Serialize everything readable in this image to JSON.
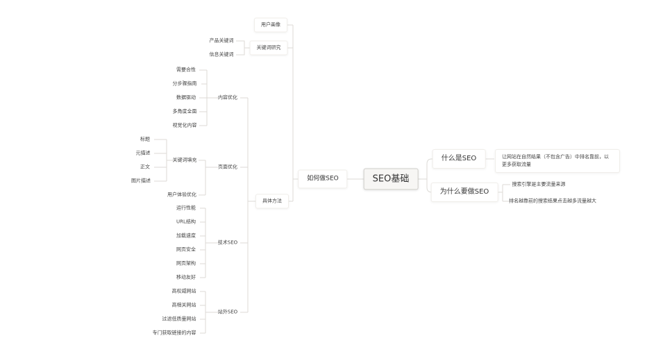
{
  "mindmap": {
    "root": "SEO基础",
    "right": {
      "what": {
        "label": "什么是SEO",
        "desc": "让网站在自然结果（不包含广告）中排名靠前，以更多获取流量"
      },
      "why": {
        "label": "为什么要做SEO",
        "reasons": [
          "搜索引擎是主要流量来源",
          "排名越靠前的搜索结果点击越多流量越大"
        ]
      }
    },
    "left": {
      "how": {
        "label": "如何做SEO",
        "user_persona": "用户画像",
        "keyword_research": {
          "label": "关键词研究",
          "children": [
            "产品关键词",
            "信息关键词"
          ]
        },
        "methods": {
          "label": "具体方法",
          "content": {
            "label": "内容优化",
            "children": [
              "需要合性",
              "分步骤指南",
              "数据驱动",
              "多角度全面",
              "视觉化内容"
            ]
          },
          "page": {
            "label": "页面优化",
            "keyword_fill": {
              "label": "关键词填充",
              "children": [
                "标题",
                "元描述",
                "正文",
                "图片描述"
              ]
            },
            "ux": "用户体验优化"
          },
          "technical": {
            "label": "技术SEO",
            "children": [
              "运行性能",
              "URL结构",
              "加载速度",
              "网页安全",
              "网页架构",
              "移动友好"
            ]
          },
          "offsite": {
            "label": "站外SEO",
            "children": [
              "高权威网站",
              "高相关网站",
              "过滤低质量网站",
              "专门获取链接的内容"
            ]
          }
        }
      }
    },
    "colors": {
      "line": "#d9d7d3",
      "root_bg": "#f7f6f4",
      "root_border": "#cfcdc9",
      "background": "#ffffff"
    }
  }
}
